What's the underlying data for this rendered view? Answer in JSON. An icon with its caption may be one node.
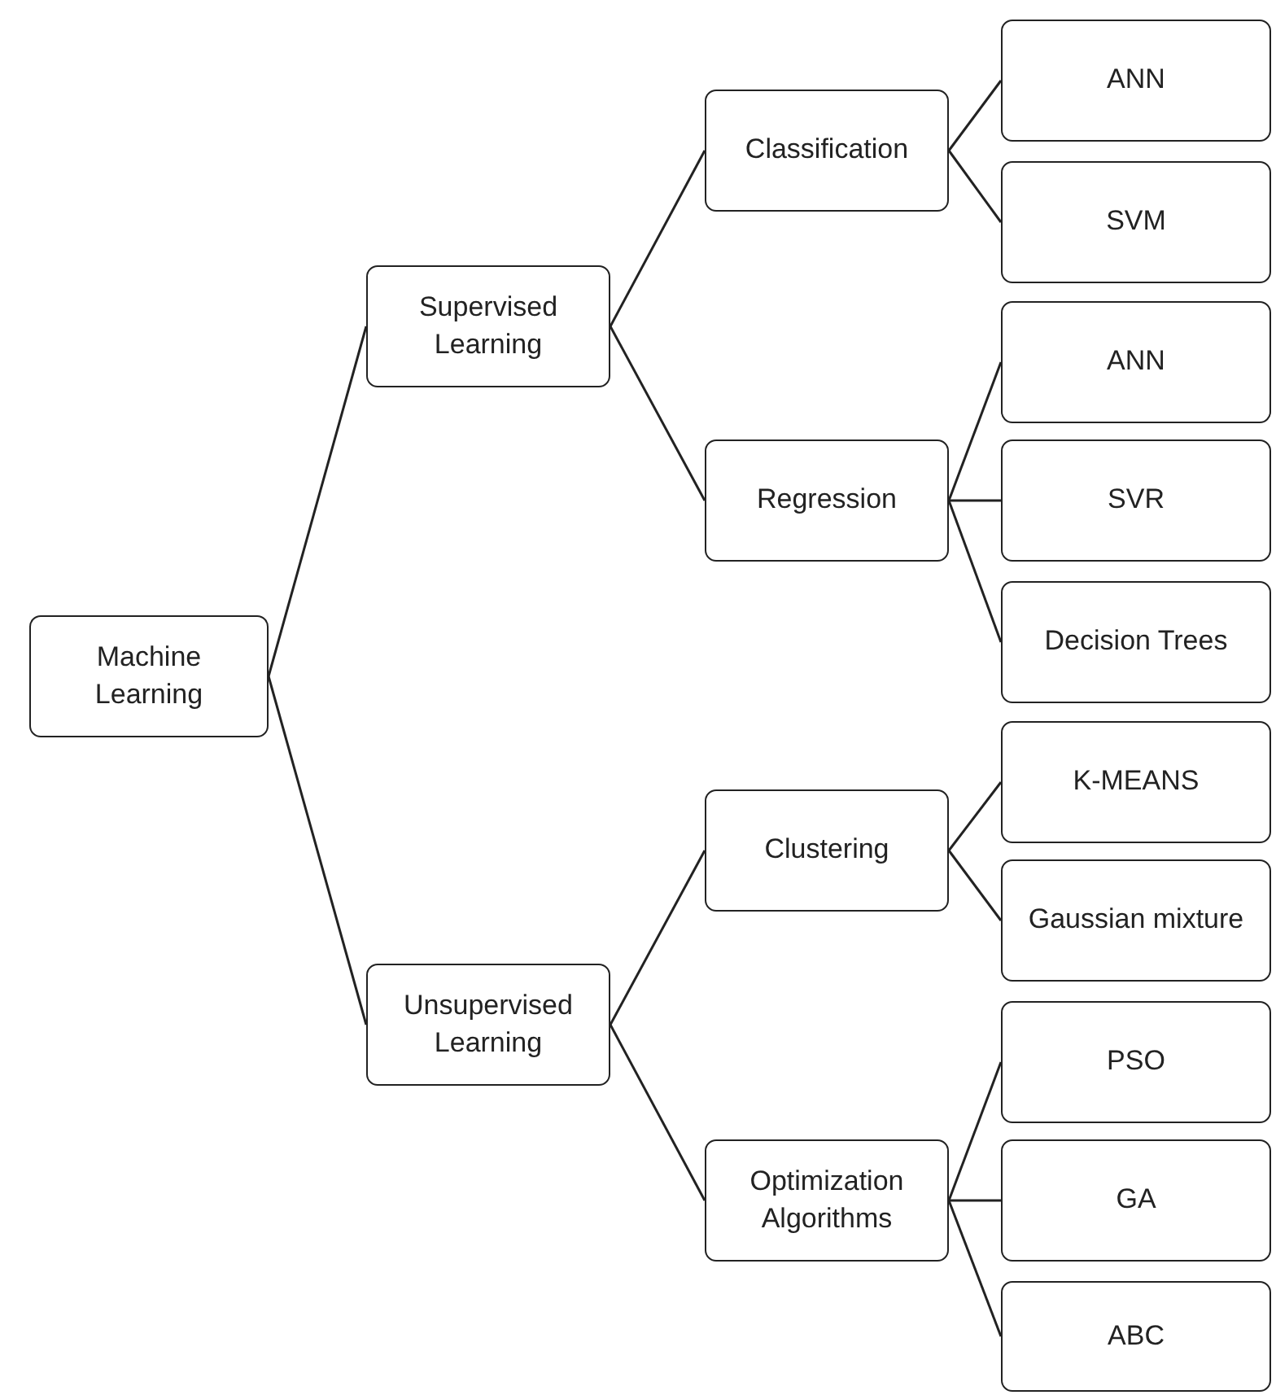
{
  "diagram": {
    "nodes": [
      {
        "text": [
          "Machine Learning"
        ]
      },
      {
        "text": [
          "Supervised Learning"
        ]
      },
      {
        "text": [
          "Unsupervised Learning"
        ]
      },
      {
        "text": [
          "Classification"
        ]
      },
      {
        "text": [
          "Regression"
        ]
      },
      {
        "text": [
          "Clustering"
        ]
      },
      {
        "text": [
          "Optimization Algorithms"
        ]
      },
      {
        "text": [
          "ANN"
        ]
      },
      {
        "text": [
          "SVM"
        ]
      },
      {
        "text": [
          "ANN"
        ]
      },
      {
        "text": [
          "SVR"
        ]
      },
      {
        "text": [
          "Decision Trees"
        ]
      },
      {
        "text": [
          "K-MEANS"
        ]
      },
      {
        "text": [
          "Gaussian mixture"
        ]
      },
      {
        "text": [
          "PSO"
        ]
      },
      {
        "text": [
          "GA"
        ]
      },
      {
        "text": [
          "ABC"
        ]
      }
    ],
    "edges": [
      {
        "from": 0,
        "to": 1,
        "arrow": "none"
      },
      {
        "from": 0,
        "to": 2,
        "arrow": "none"
      },
      {
        "from": 1,
        "to": 3,
        "arrow": "none"
      },
      {
        "from": 1,
        "to": 4,
        "arrow": "none"
      },
      {
        "from": 2,
        "to": 5,
        "arrow": "none"
      },
      {
        "from": 2,
        "to": 6,
        "arrow": "none"
      },
      {
        "from": 3,
        "to": 7,
        "arrow": "none"
      },
      {
        "from": 3,
        "to": 8,
        "arrow": "none"
      },
      {
        "from": 4,
        "to": 9,
        "arrow": "none"
      },
      {
        "from": 4,
        "to": 10,
        "arrow": "none"
      },
      {
        "from": 4,
        "to": 11,
        "arrow": "none"
      },
      {
        "from": 5,
        "to": 12,
        "arrow": "none"
      },
      {
        "from": 5,
        "to": 13,
        "arrow": "none"
      },
      {
        "from": 6,
        "to": 14,
        "arrow": "none"
      },
      {
        "from": 6,
        "to": 15,
        "arrow": "none"
      },
      {
        "from": 6,
        "to": 16,
        "arrow": "none"
      }
    ]
  }
}
